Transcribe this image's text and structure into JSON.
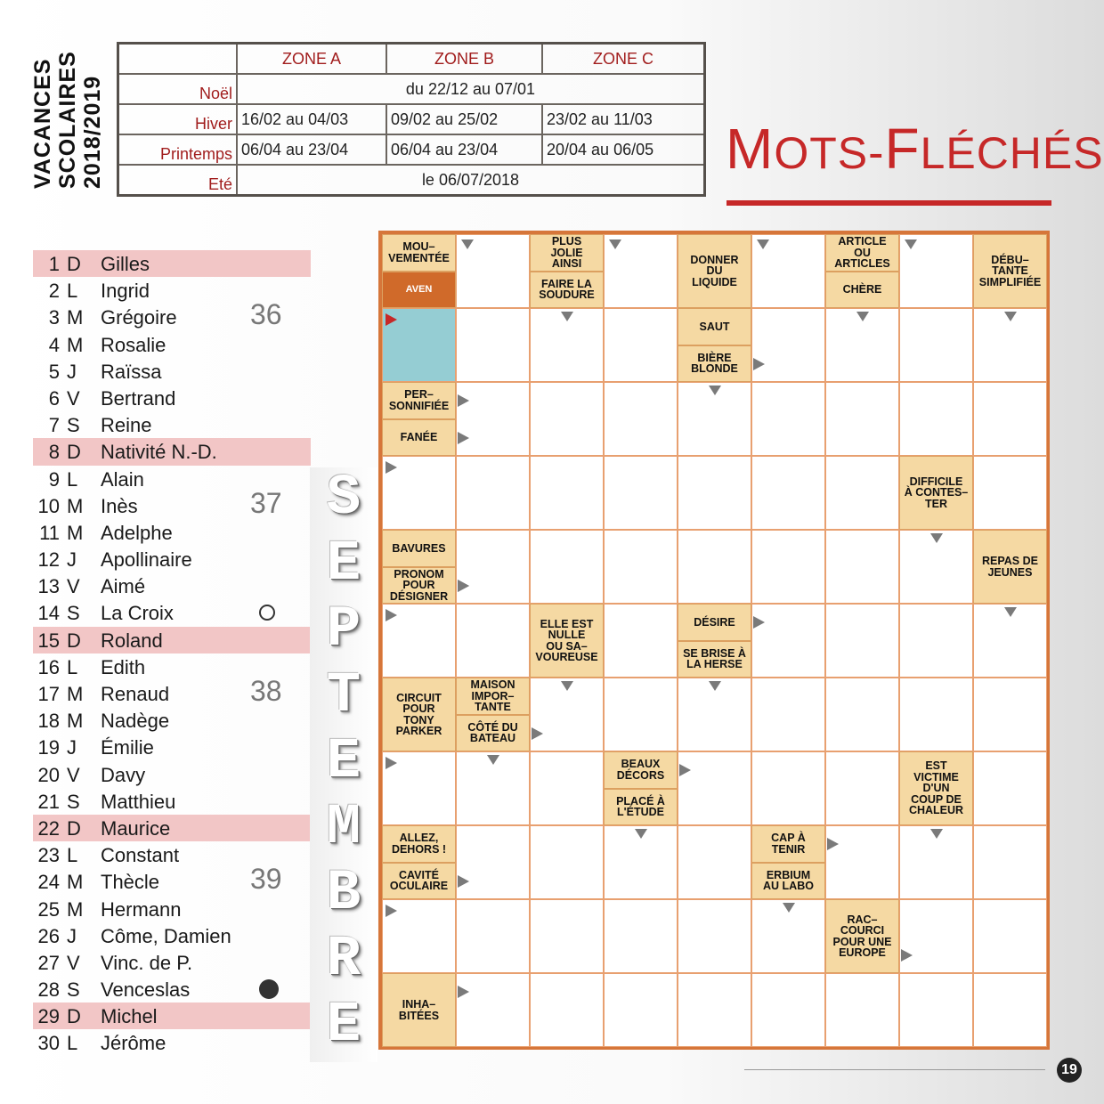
{
  "vacances": {
    "label_line1": "VACANCES",
    "label_line2": "SCOLAIRES",
    "label_line3": "2018/2019",
    "zones": [
      "ZONE A",
      "ZONE B",
      "ZONE C"
    ],
    "rows": [
      {
        "name": "Noël",
        "merged": "du 22/12 au 07/01"
      },
      {
        "name": "Hiver",
        "a": "16/02 au 04/03",
        "b": "09/02 au 25/02",
        "c": "23/02 au 11/03"
      },
      {
        "name": "Printemps",
        "a": "06/04 au 23/04",
        "b": "06/04 au 23/04",
        "c": "20/04 au 06/05"
      },
      {
        "name": "Eté",
        "merged": "le 06/07/2018"
      }
    ]
  },
  "title": "Mots-Fléchés",
  "colors": {
    "accent": "#c62828",
    "sunday": "#f2c6c6",
    "grid_border": "#d6763a",
    "clue_bg": "#f5d9a3",
    "aven_bg": "#d06a2a",
    "answer_bg": "#95cdd3"
  },
  "month_letters": [
    "S",
    "E",
    "P",
    "T",
    "E",
    "M",
    "B",
    "R",
    "E"
  ],
  "days": [
    {
      "n": "1",
      "l": "D",
      "name": "Gilles",
      "sunday": true
    },
    {
      "n": "2",
      "l": "L",
      "name": "Ingrid"
    },
    {
      "n": "3",
      "l": "M",
      "name": "Grégoire",
      "week": "36"
    },
    {
      "n": "4",
      "l": "M",
      "name": "Rosalie"
    },
    {
      "n": "5",
      "l": "J",
      "name": "Raïssa"
    },
    {
      "n": "6",
      "l": "V",
      "name": "Bertrand"
    },
    {
      "n": "7",
      "l": "S",
      "name": "Reine"
    },
    {
      "n": "8",
      "l": "D",
      "name": "Nativité N.-D.",
      "sunday": true
    },
    {
      "n": "9",
      "l": "L",
      "name": "Alain"
    },
    {
      "n": "10",
      "l": "M",
      "name": "Inès",
      "week": "37"
    },
    {
      "n": "11",
      "l": "M",
      "name": "Adelphe"
    },
    {
      "n": "12",
      "l": "J",
      "name": "Apollinaire"
    },
    {
      "n": "13",
      "l": "V",
      "name": "Aimé"
    },
    {
      "n": "14",
      "l": "S",
      "name": "La Croix",
      "moon": "full"
    },
    {
      "n": "15",
      "l": "D",
      "name": "Roland",
      "sunday": true
    },
    {
      "n": "16",
      "l": "L",
      "name": "Edith"
    },
    {
      "n": "17",
      "l": "M",
      "name": "Renaud",
      "week": "38"
    },
    {
      "n": "18",
      "l": "M",
      "name": "Nadège"
    },
    {
      "n": "19",
      "l": "J",
      "name": "Émilie"
    },
    {
      "n": "20",
      "l": "V",
      "name": "Davy"
    },
    {
      "n": "21",
      "l": "S",
      "name": "Matthieu"
    },
    {
      "n": "22",
      "l": "D",
      "name": "Maurice",
      "sunday": true
    },
    {
      "n": "23",
      "l": "L",
      "name": "Constant"
    },
    {
      "n": "24",
      "l": "M",
      "name": "Thècle",
      "week": "39"
    },
    {
      "n": "25",
      "l": "M",
      "name": "Hermann"
    },
    {
      "n": "26",
      "l": "J",
      "name": "Côme, Damien"
    },
    {
      "n": "27",
      "l": "V",
      "name": "Vinc. de P."
    },
    {
      "n": "28",
      "l": "S",
      "name": "Venceslas",
      "moon": "new"
    },
    {
      "n": "29",
      "l": "D",
      "name": "Michel",
      "sunday": true
    },
    {
      "n": "30",
      "l": "L",
      "name": "Jérôme"
    }
  ],
  "grid": {
    "cols": 9,
    "rows": 11,
    "clues": [
      {
        "r": 0,
        "c": 0,
        "half": "top",
        "text": "MOU–\nVEMENTÉE"
      },
      {
        "r": 0,
        "c": 0,
        "half": "bottom",
        "text": "AVEN",
        "style": "aven"
      },
      {
        "r": 0,
        "c": 2,
        "half": "top",
        "text": "PLUS\nJOLIE\nAINSI"
      },
      {
        "r": 0,
        "c": 2,
        "half": "bottom",
        "text": "FAIRE LA\nSOUDURE"
      },
      {
        "r": 0,
        "c": 4,
        "half": "full",
        "text": "DONNER\nDU\nLIQUIDE"
      },
      {
        "r": 0,
        "c": 6,
        "half": "top",
        "text": "ARTICLE\nOU\nARTICLES"
      },
      {
        "r": 0,
        "c": 6,
        "half": "bottom",
        "text": "CHÈRE"
      },
      {
        "r": 0,
        "c": 8,
        "half": "full",
        "text": "DÉBU–\nTANTE\nSIMPLIFIÉE"
      },
      {
        "r": 1,
        "c": 4,
        "half": "top",
        "text": "SAUT"
      },
      {
        "r": 1,
        "c": 4,
        "half": "bottom",
        "text": "BIÈRE\nBLONDE"
      },
      {
        "r": 2,
        "c": 0,
        "half": "top",
        "text": "PER–\nSONNIFIÉE"
      },
      {
        "r": 2,
        "c": 0,
        "half": "bottom",
        "text": "FANÉE"
      },
      {
        "r": 3,
        "c": 7,
        "half": "full",
        "text": "DIFFICILE\nÀ CONTES–\nTER"
      },
      {
        "r": 4,
        "c": 0,
        "half": "top",
        "text": "BAVURES"
      },
      {
        "r": 4,
        "c": 0,
        "half": "bottom",
        "text": "PRONOM\nPOUR\nDÉSIGNER"
      },
      {
        "r": 4,
        "c": 8,
        "half": "full",
        "text": "REPAS DE\nJEUNES"
      },
      {
        "r": 5,
        "c": 2,
        "half": "full",
        "text": "ELLE EST\nNULLE\nOU SA–\nVOUREUSE"
      },
      {
        "r": 5,
        "c": 4,
        "half": "top",
        "text": "DÉSIRE"
      },
      {
        "r": 5,
        "c": 4,
        "half": "bottom",
        "text": "SE BRISE À\nLA HERSE"
      },
      {
        "r": 6,
        "c": 0,
        "half": "full",
        "text": "CIRCUIT\nPOUR\nTONY\nPARKER"
      },
      {
        "r": 6,
        "c": 1,
        "half": "top",
        "text": "MAISON\nIMPOR–\nTANTE"
      },
      {
        "r": 6,
        "c": 1,
        "half": "bottom",
        "text": "CÔTÉ DU\nBATEAU"
      },
      {
        "r": 7,
        "c": 3,
        "half": "top",
        "text": "BEAUX\nDÉCORS"
      },
      {
        "r": 7,
        "c": 3,
        "half": "bottom",
        "text": "PLACÉ À\nL'ÉTUDE"
      },
      {
        "r": 7,
        "c": 7,
        "half": "full",
        "text": "EST\nVICTIME\nD'UN\nCOUP DE\nCHALEUR"
      },
      {
        "r": 8,
        "c": 0,
        "half": "top",
        "text": "ALLEZ,\nDEHORS !"
      },
      {
        "r": 8,
        "c": 0,
        "half": "bottom",
        "text": "CAVITÉ\nOCULAIRE"
      },
      {
        "r": 8,
        "c": 5,
        "half": "top",
        "text": "CAP À\nTENIR"
      },
      {
        "r": 8,
        "c": 5,
        "half": "bottom",
        "text": "ERBIUM\nAU LABO"
      },
      {
        "r": 9,
        "c": 6,
        "half": "full",
        "text": "RAC–\nCOURCI\nPOUR UNE\nEUROPE"
      },
      {
        "r": 10,
        "c": 0,
        "half": "full",
        "text": "INHA–\nBITÉES"
      }
    ]
  },
  "page_number": "19"
}
